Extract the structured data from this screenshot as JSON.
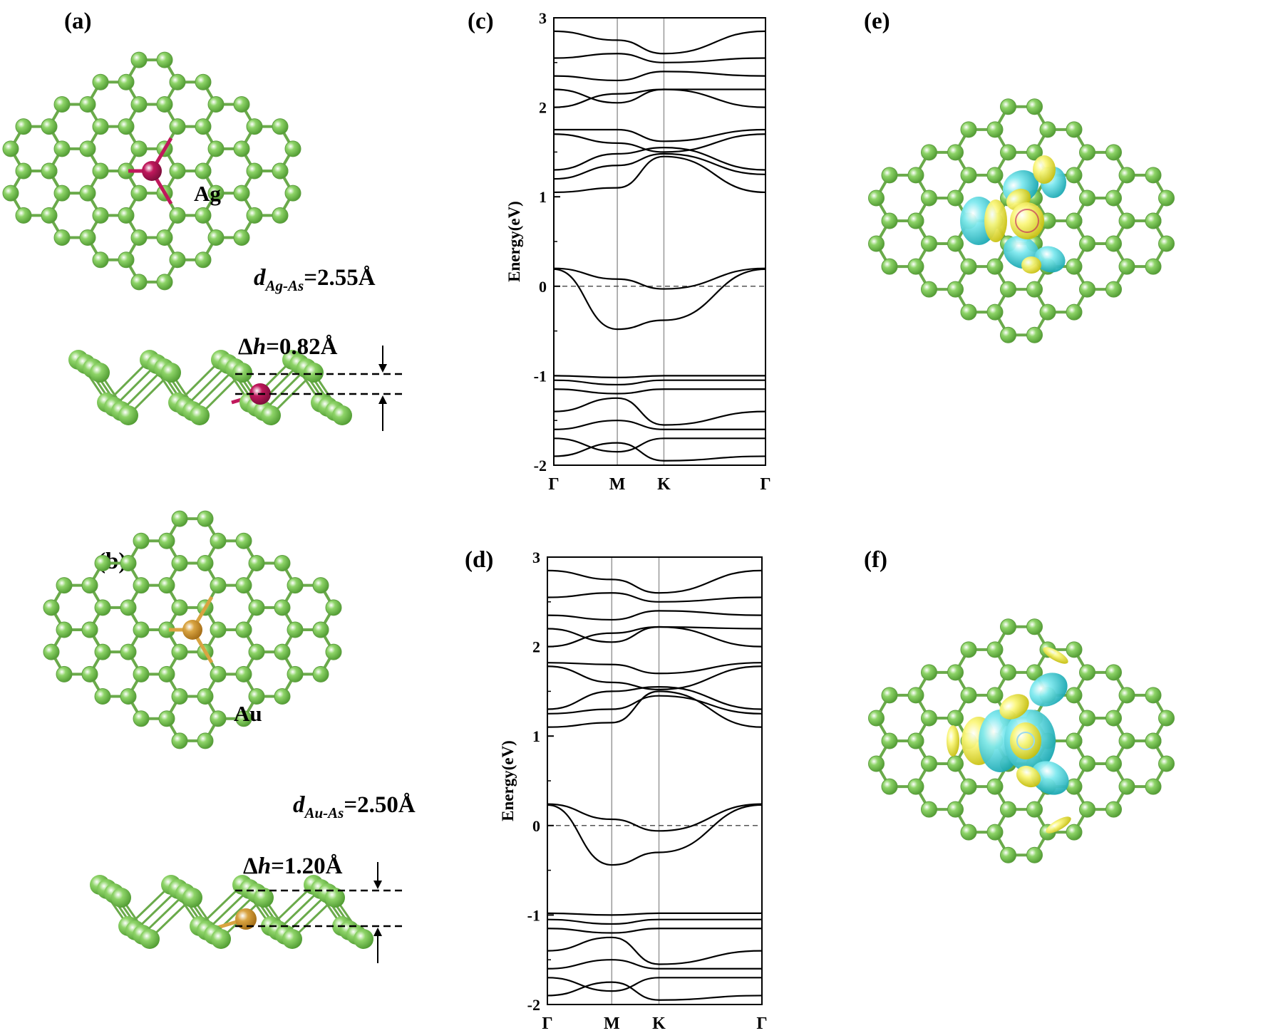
{
  "panels": {
    "a": {
      "label": "(a)",
      "dopant": "Ag",
      "bond_prefix": "d",
      "bond_sub": "Ag-As",
      "bond_value": "=2.55Å",
      "dh_prefix": "Δ",
      "dh_var": "h",
      "dh_value": "=0.82Å",
      "dopant_color": "#c0185c"
    },
    "b": {
      "label": "(b)",
      "dopant": "Au",
      "bond_prefix": "d",
      "bond_sub": "Au-As",
      "bond_value": "=2.50Å",
      "dh_prefix": "Δ",
      "dh_var": "h",
      "dh_value": "=1.20Å",
      "dopant_color": "#d9a441"
    },
    "c": {
      "label": "(c)"
    },
    "d": {
      "label": "(d)"
    },
    "e": {
      "label": "(e)"
    },
    "f": {
      "label": "(f)"
    }
  },
  "colors": {
    "lattice": "#6aaa4a",
    "atom": "#8ed468",
    "cyan_lobe": "#28c6cf",
    "yellow_lobe": "#e2dd22"
  },
  "chart_data": [
    {
      "id": "c",
      "type": "line",
      "title": "",
      "ylabel": "Energy(eV)",
      "xlabel": "",
      "ylim": [
        -2,
        3
      ],
      "yticks": [
        -2,
        -1,
        0,
        1,
        2,
        3
      ],
      "kpoints": [
        "Γ",
        "M",
        "K",
        "Γ"
      ],
      "kpath_fractions": [
        0,
        0.3,
        0.52,
        1
      ],
      "fermi_level": 0,
      "grid": false,
      "series": [
        {
          "x": [
            0,
            0.3,
            0.52,
            1
          ],
          "values": [
            0.2,
            0.08,
            -0.03,
            0.2
          ]
        },
        {
          "x": [
            0,
            0.3,
            0.52,
            1
          ],
          "values": [
            0.19,
            -0.48,
            -0.38,
            0.19
          ]
        },
        {
          "x": [
            0,
            0.3,
            0.52,
            1
          ],
          "values": [
            1.05,
            1.1,
            1.45,
            1.05
          ]
        },
        {
          "x": [
            0,
            0.3,
            0.52,
            1
          ],
          "values": [
            1.2,
            1.35,
            1.48,
            1.25
          ]
        },
        {
          "x": [
            0,
            0.3,
            0.52,
            1
          ],
          "values": [
            1.3,
            1.48,
            1.55,
            1.3
          ]
        },
        {
          "x": [
            0,
            0.3,
            0.52,
            1
          ],
          "values": [
            1.7,
            1.6,
            1.5,
            1.7
          ]
        },
        {
          "x": [
            0,
            0.3,
            0.52,
            1
          ],
          "values": [
            1.75,
            1.75,
            1.62,
            1.75
          ]
        },
        {
          "x": [
            0,
            0.3,
            0.52,
            1
          ],
          "values": [
            2.0,
            2.15,
            2.2,
            2.0
          ]
        },
        {
          "x": [
            0,
            0.3,
            0.52,
            1
          ],
          "values": [
            2.2,
            2.05,
            2.2,
            2.2
          ]
        },
        {
          "x": [
            0,
            0.3,
            0.52,
            1
          ],
          "values": [
            2.35,
            2.3,
            2.4,
            2.35
          ]
        },
        {
          "x": [
            0,
            0.3,
            0.52,
            1
          ],
          "values": [
            2.55,
            2.6,
            2.5,
            2.55
          ]
        },
        {
          "x": [
            0,
            0.3,
            0.52,
            1
          ],
          "values": [
            2.85,
            2.75,
            2.6,
            2.85
          ]
        },
        {
          "x": [
            0,
            0.3,
            0.52,
            1
          ],
          "values": [
            -1.0,
            -1.02,
            -1.0,
            -1.0
          ]
        },
        {
          "x": [
            0,
            0.3,
            0.52,
            1
          ],
          "values": [
            -1.05,
            -1.1,
            -1.05,
            -1.05
          ]
        },
        {
          "x": [
            0,
            0.3,
            0.52,
            1
          ],
          "values": [
            -1.15,
            -1.2,
            -1.15,
            -1.15
          ]
        },
        {
          "x": [
            0,
            0.3,
            0.52,
            1
          ],
          "values": [
            -1.4,
            -1.25,
            -1.55,
            -1.4
          ]
        },
        {
          "x": [
            0,
            0.3,
            0.52,
            1
          ],
          "values": [
            -1.6,
            -1.5,
            -1.6,
            -1.6
          ]
        },
        {
          "x": [
            0,
            0.3,
            0.52,
            1
          ],
          "values": [
            -1.7,
            -1.85,
            -1.7,
            -1.7
          ]
        },
        {
          "x": [
            0,
            0.3,
            0.52,
            1
          ],
          "values": [
            -1.9,
            -1.75,
            -1.95,
            -1.9
          ]
        }
      ]
    },
    {
      "id": "d",
      "type": "line",
      "title": "",
      "ylabel": "Energy(eV)",
      "xlabel": "",
      "ylim": [
        -2,
        3
      ],
      "yticks": [
        -2,
        -1,
        0,
        1,
        2,
        3
      ],
      "kpoints": [
        "Γ",
        "M",
        "K",
        "Γ"
      ],
      "kpath_fractions": [
        0,
        0.3,
        0.52,
        1
      ],
      "fermi_level": 0,
      "grid": false,
      "series": [
        {
          "x": [
            0,
            0.3,
            0.52,
            1
          ],
          "values": [
            0.24,
            0.07,
            -0.06,
            0.24
          ]
        },
        {
          "x": [
            0,
            0.3,
            0.52,
            1
          ],
          "values": [
            0.23,
            -0.44,
            -0.3,
            0.23
          ]
        },
        {
          "x": [
            0,
            0.3,
            0.52,
            1
          ],
          "values": [
            1.1,
            1.15,
            1.5,
            1.1
          ]
        },
        {
          "x": [
            0,
            0.3,
            0.52,
            1
          ],
          "values": [
            1.25,
            1.3,
            1.45,
            1.25
          ]
        },
        {
          "x": [
            0,
            0.3,
            0.52,
            1
          ],
          "values": [
            1.3,
            1.5,
            1.55,
            1.3
          ]
        },
        {
          "x": [
            0,
            0.3,
            0.52,
            1
          ],
          "values": [
            1.78,
            1.6,
            1.52,
            1.78
          ]
        },
        {
          "x": [
            0,
            0.3,
            0.52,
            1
          ],
          "values": [
            1.82,
            1.8,
            1.7,
            1.82
          ]
        },
        {
          "x": [
            0,
            0.3,
            0.52,
            1
          ],
          "values": [
            2.0,
            2.15,
            2.22,
            2.0
          ]
        },
        {
          "x": [
            0,
            0.3,
            0.52,
            1
          ],
          "values": [
            2.2,
            2.05,
            2.22,
            2.2
          ]
        },
        {
          "x": [
            0,
            0.3,
            0.52,
            1
          ],
          "values": [
            2.35,
            2.3,
            2.4,
            2.35
          ]
        },
        {
          "x": [
            0,
            0.3,
            0.52,
            1
          ],
          "values": [
            2.55,
            2.6,
            2.5,
            2.55
          ]
        },
        {
          "x": [
            0,
            0.3,
            0.52,
            1
          ],
          "values": [
            2.85,
            2.75,
            2.6,
            2.85
          ]
        },
        {
          "x": [
            0,
            0.3,
            0.52,
            1
          ],
          "values": [
            -0.98,
            -1.0,
            -0.98,
            -0.98
          ]
        },
        {
          "x": [
            0,
            0.3,
            0.52,
            1
          ],
          "values": [
            -1.05,
            -1.1,
            -1.05,
            -1.05
          ]
        },
        {
          "x": [
            0,
            0.3,
            0.52,
            1
          ],
          "values": [
            -1.15,
            -1.2,
            -1.15,
            -1.15
          ]
        },
        {
          "x": [
            0,
            0.3,
            0.52,
            1
          ],
          "values": [
            -1.4,
            -1.25,
            -1.55,
            -1.4
          ]
        },
        {
          "x": [
            0,
            0.3,
            0.52,
            1
          ],
          "values": [
            -1.6,
            -1.5,
            -1.6,
            -1.6
          ]
        },
        {
          "x": [
            0,
            0.3,
            0.52,
            1
          ],
          "values": [
            -1.7,
            -1.85,
            -1.7,
            -1.7
          ]
        },
        {
          "x": [
            0,
            0.3,
            0.52,
            1
          ],
          "values": [
            -1.9,
            -1.75,
            -1.95,
            -1.9
          ]
        }
      ]
    }
  ]
}
